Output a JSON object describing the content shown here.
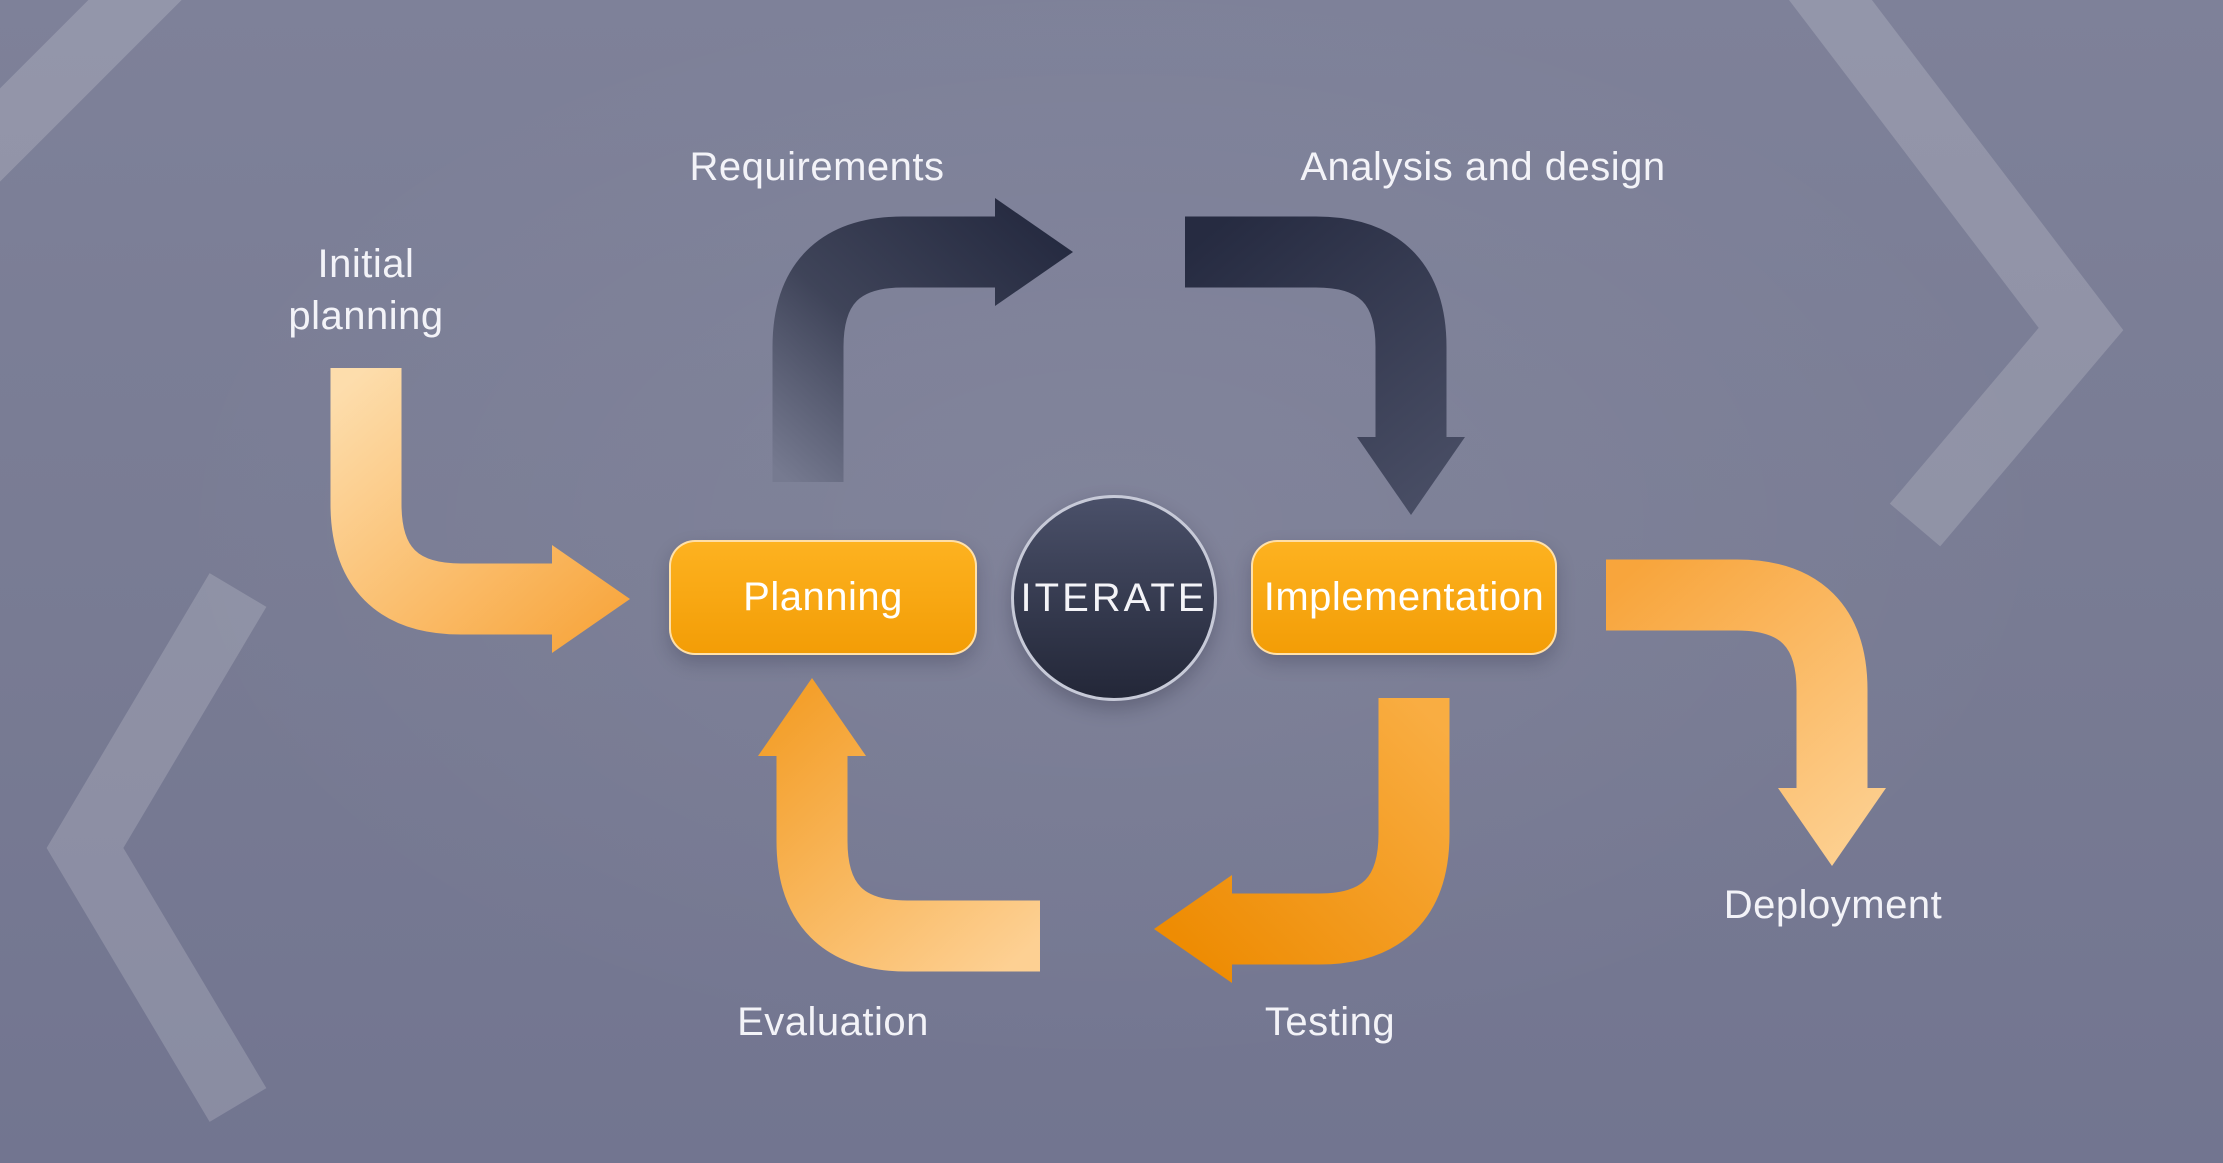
{
  "diagram": {
    "center_label": "ITERATE",
    "nodes": {
      "planning": "Planning",
      "implementation": "Implementation"
    },
    "labels": {
      "initial_planning": "Initial planning",
      "requirements": "Requirements",
      "analysis_design": "Analysis and design",
      "deployment": "Deployment",
      "testing": "Testing",
      "evaluation": "Evaluation"
    },
    "colors": {
      "background": "#797d95",
      "arrow_orange_light": "#fbc477",
      "arrow_orange_dark": "#ef8f07",
      "arrow_navy": "#2d3248",
      "node_fill": "#f7a00e",
      "text": "#f4f4f8"
    }
  }
}
